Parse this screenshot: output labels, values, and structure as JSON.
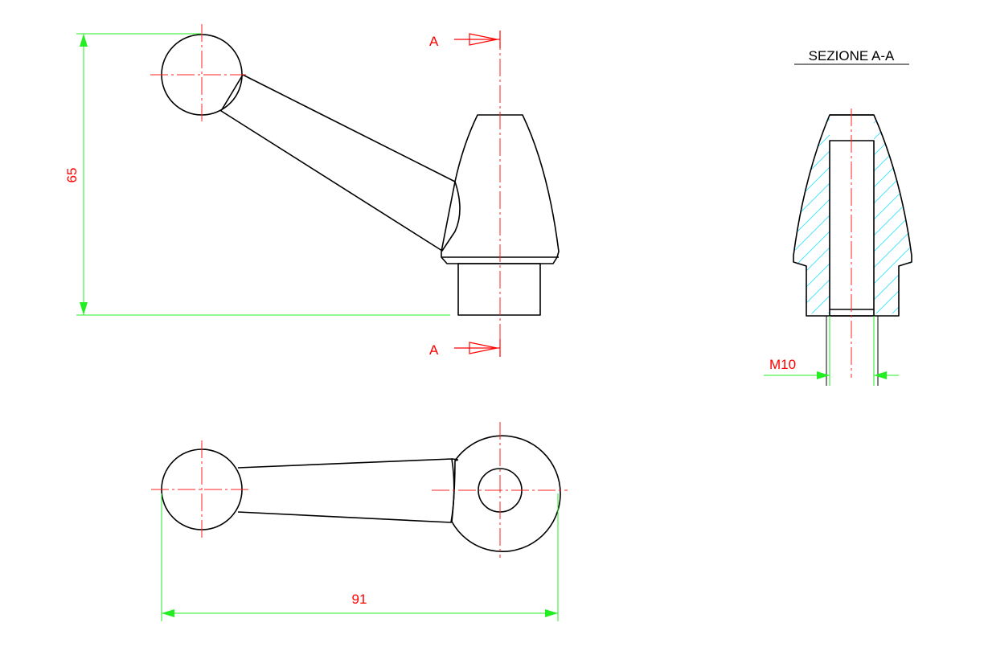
{
  "drawing": {
    "section_title": "SEZIONE A-A",
    "section_marker_top": "A",
    "section_marker_bottom": "A",
    "dim_height": "65",
    "dim_width": "91",
    "dim_thread": "M10"
  },
  "colors": {
    "outline": "#000000",
    "center_lines": "#ff2020",
    "dimensions": "#22ee22",
    "dimension_text": "#ff0000",
    "hatching": "#33e0ff"
  }
}
